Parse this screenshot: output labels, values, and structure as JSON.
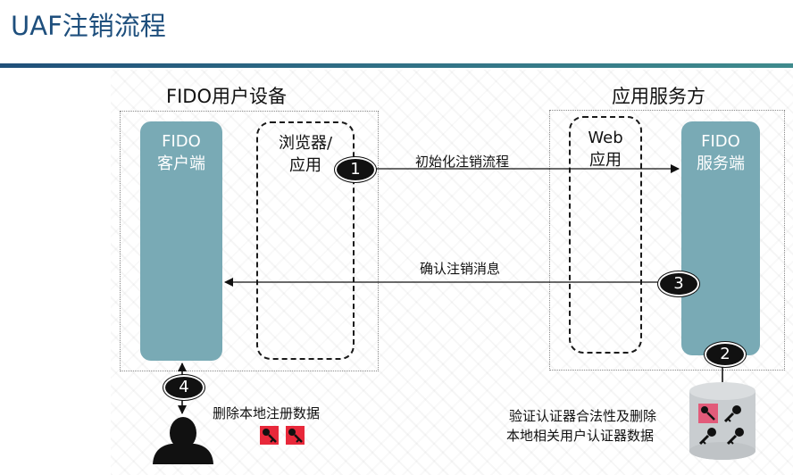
{
  "title": "UAF注销流程",
  "headings": {
    "left": "FIDO用户设备",
    "right": "应用服务方"
  },
  "boxes": {
    "client": [
      "FIDO",
      "客户端"
    ],
    "browser": [
      "浏览器/",
      "应用"
    ],
    "web": [
      "Web",
      "应用"
    ],
    "server": [
      "FIDO",
      "服务端"
    ]
  },
  "steps": {
    "s1": "1",
    "s2": "2",
    "s3": "3",
    "s4": "4"
  },
  "labels": {
    "init": "初始化注销流程",
    "confirm": "确认注销消息",
    "delete_local": "删除本地注册数据",
    "server_note_line1": "验证认证器合法性及删除",
    "server_note_line2": "本地相关用户认证器数据"
  },
  "icons": {
    "user": "user-silhouette-icon",
    "key_red": "red-key-card-icon",
    "key_black": "black-key-icon",
    "database": "database-icon"
  },
  "colors": {
    "title": "#1e4f7d",
    "pillar": "#79aab5",
    "key_red": "#e8283a",
    "key_pink": "#e25b7a",
    "database": "#c9cdd0"
  }
}
